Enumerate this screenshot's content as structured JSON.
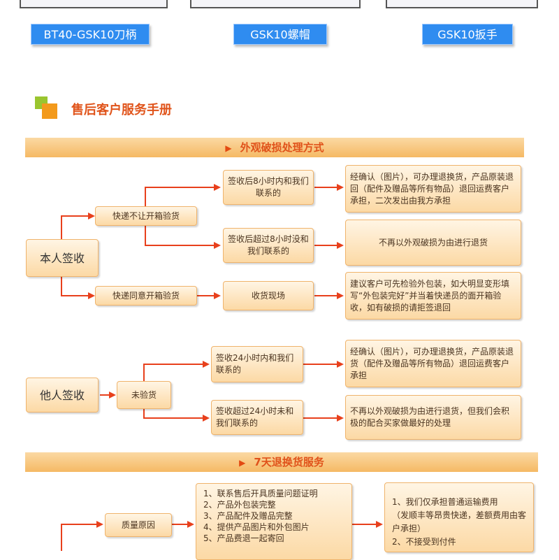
{
  "products": {
    "holder_label": "BT40-GSK10刀柄",
    "nut_label": "GSK10螺帽",
    "wrench_label": "GSK10扳手"
  },
  "handbook": {
    "title": "售后客户服务手册"
  },
  "section1": {
    "title": "外观破损处理方式",
    "self_sign": {
      "label": "本人签收",
      "no_open": {
        "label": "快递不让开箱验货",
        "within8": "签收后8小时内和我们联系的",
        "within8_result": "经确认（图片），可办理退换货，产品原装退回（配件及赠品等所有物品）退回运费客户承担，二次发出由我方承担",
        "over8": "签收后超过8小时没和我们联系的",
        "over8_result": "不再以外观破损为由进行退货"
      },
      "open_ok": {
        "label": "快递同意开箱验货",
        "onsite": "收货现场",
        "onsite_result": "建议客户可先检验外包装，如大明显变形填写“外包装完好”并当着快递员的面开箱验收，如有破损的请拒签退回"
      }
    },
    "other_sign": {
      "label": "他人签收",
      "unchecked": "未验货",
      "within24": "签收24小时内和我们联系的",
      "within24_result": "经确认（图片），可办理退换货，产品原装退货（配件及赠品等所有物品）退回运费客户承担",
      "over24": "签收超过24小时未和我们联系的",
      "over24_result": "不再以外观破损为由进行退货，但我们会积极的配合买家做最好的处理"
    }
  },
  "section2": {
    "title": "7天退换货服务",
    "quality_label": "质量原因",
    "conditions": [
      "1、联系售后开具质量问题证明",
      "2、产品外包装完整",
      "3、产品配件及赠品完整",
      "4、提供产品图片和外包图片",
      "5、产品费退一起寄回"
    ],
    "shipping": [
      "1、我们仅承担普通运输费用",
      "（发顺丰等昂贵快递，差额费用由客户承担）",
      "2、不接受到付件"
    ]
  }
}
